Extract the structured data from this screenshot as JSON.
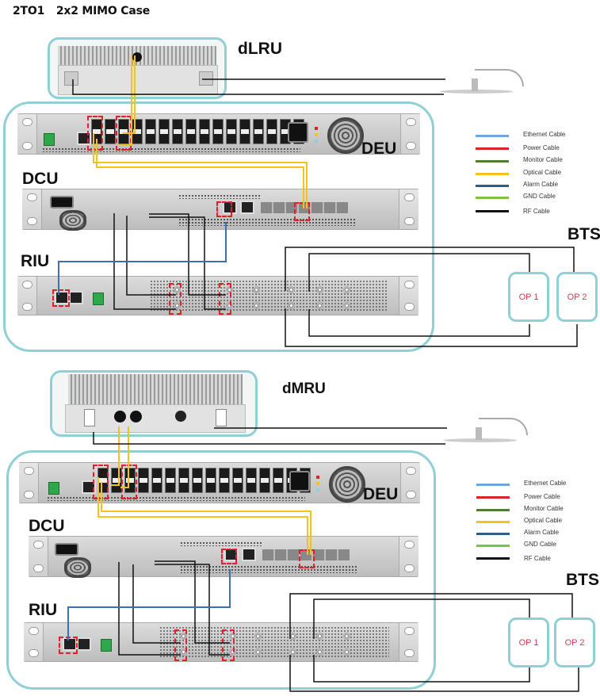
{
  "title": {
    "prefix": "2TO1",
    "text": "2x2 MIMO Case"
  },
  "colors": {
    "ethernet": "#6fa8d6",
    "power": "#e0202a",
    "monitor": "#4e7d35",
    "optical": "#f3c21b",
    "alarm": "#2f5d8a",
    "gnd": "#7fc24a",
    "rf": "#111111",
    "group_border": "#8fd0d6",
    "op_text": "#d23a4e"
  },
  "diagrams": [
    {
      "remote_unit": "dLRU",
      "units": {
        "deu": "DEU",
        "dcu": "DCU",
        "riu": "RIU",
        "bts": "BTS"
      },
      "operators": [
        "OP 1",
        "OP 2"
      ],
      "legend": [
        "Ethernet Cable",
        "Power Cable",
        "Monitor Cable",
        "Optical Cable",
        "Alarm Cable",
        "GND Cable",
        "RF Cable"
      ]
    },
    {
      "remote_unit": "dMRU",
      "units": {
        "deu": "DEU",
        "dcu": "DCU",
        "riu": "RIU",
        "bts": "BTS"
      },
      "operators": [
        "OP 1",
        "OP 2"
      ],
      "legend": [
        "Ethernet Cable",
        "Power Cable",
        "Monitor Cable",
        "Optical Cable",
        "Alarm Cable",
        "GND Cable",
        "RF Cable"
      ]
    }
  ]
}
